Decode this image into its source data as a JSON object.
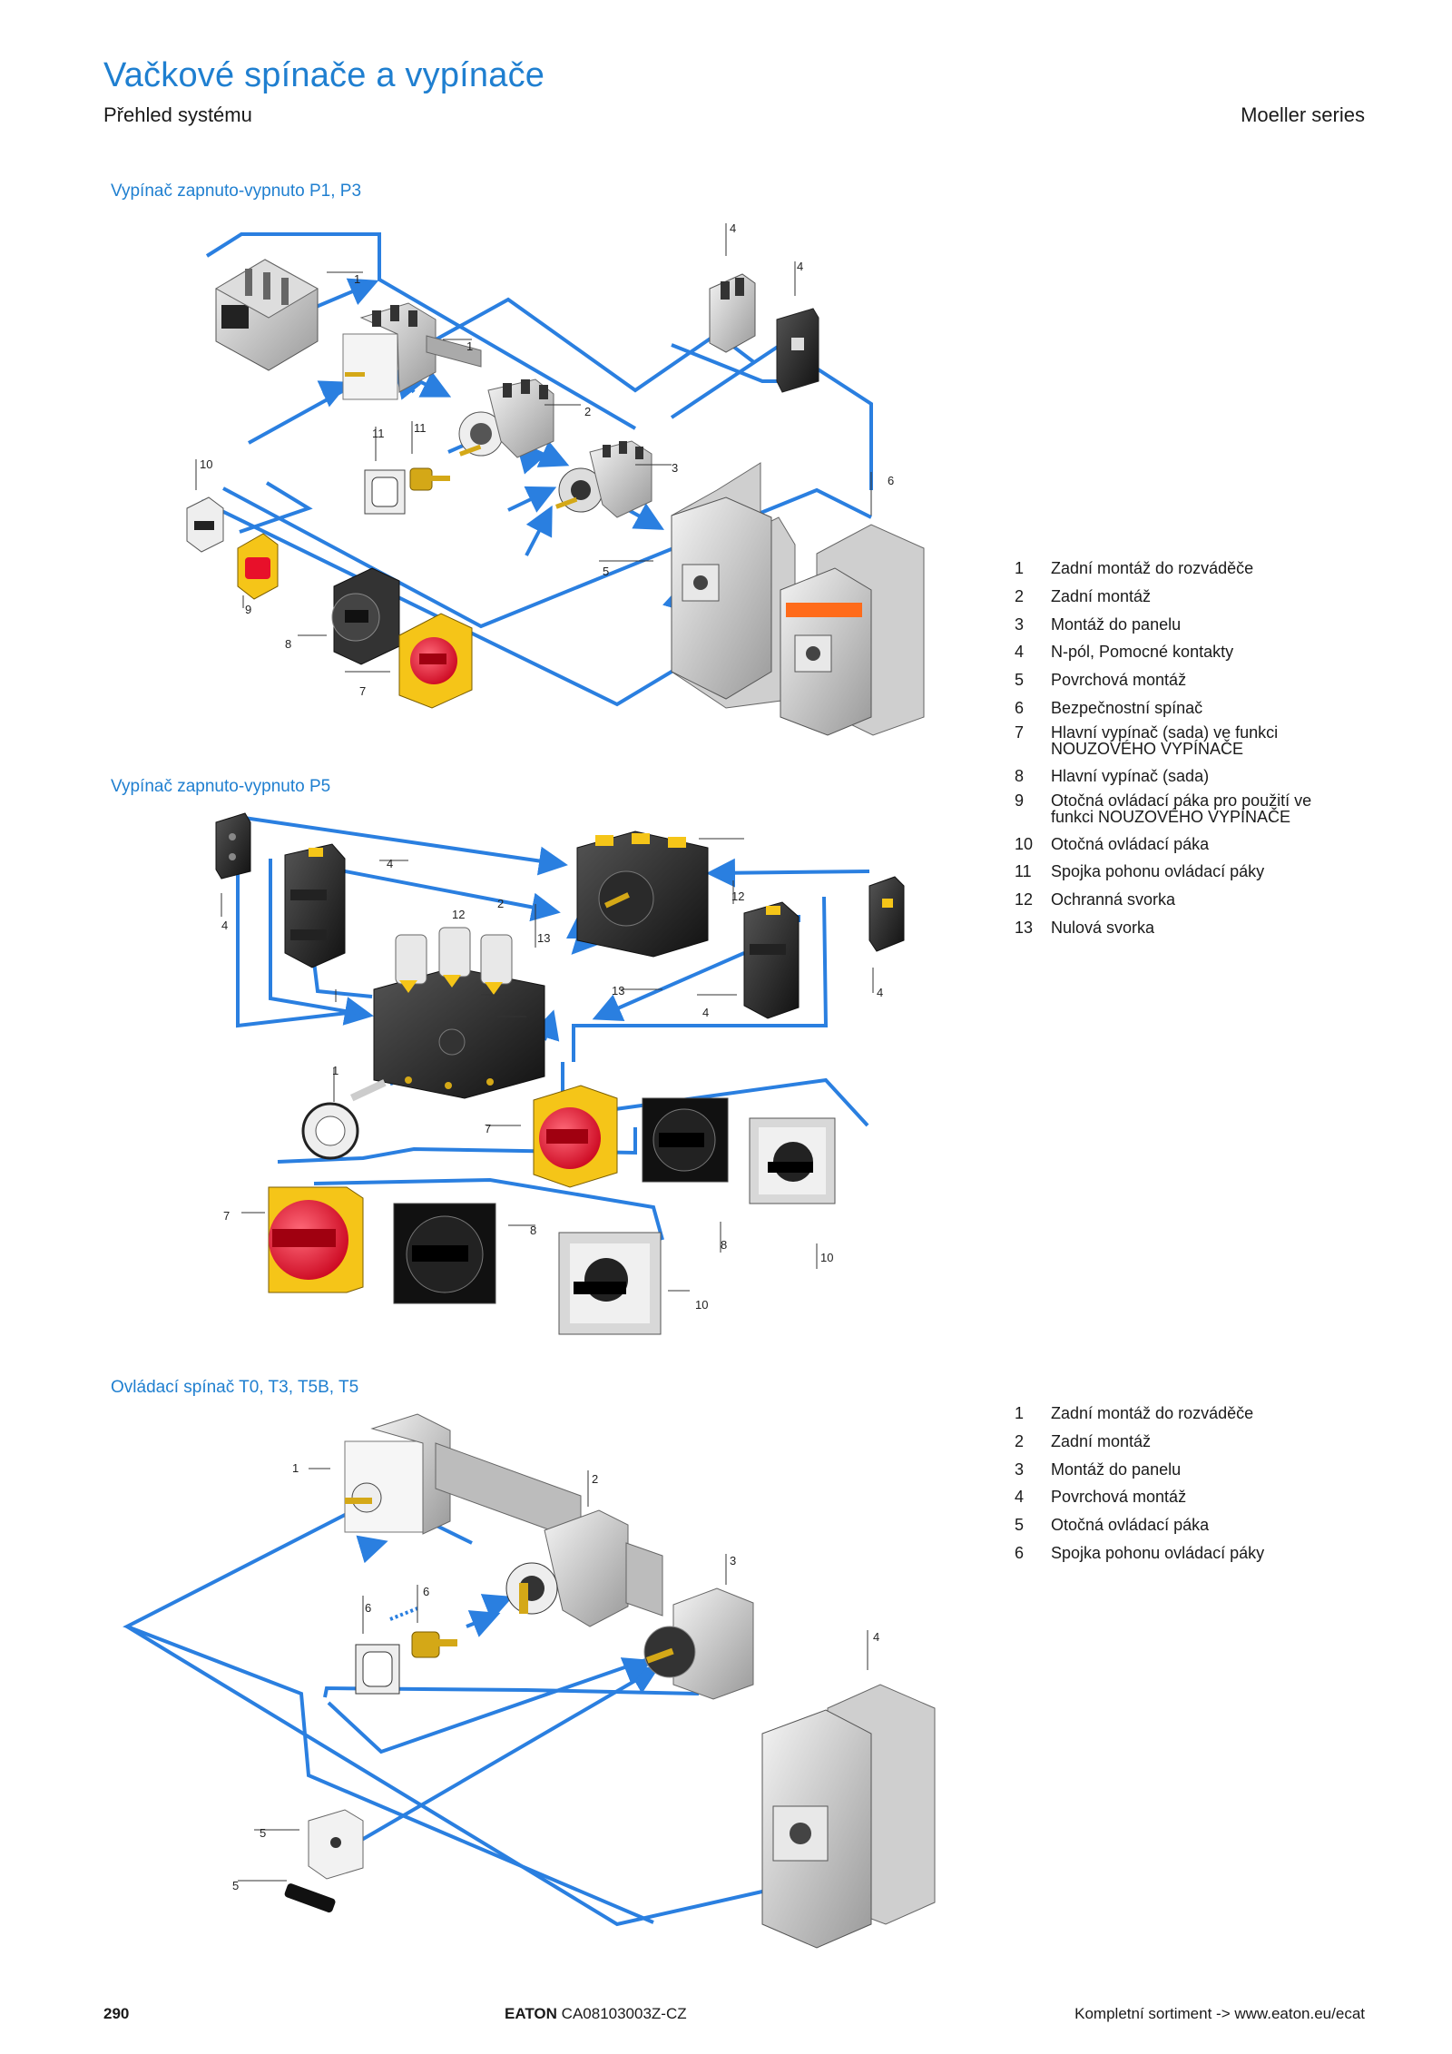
{
  "header": {
    "title": "Vačkové spínače a vypínače",
    "subtitle": "Přehled systému",
    "series": "Moeller series"
  },
  "sections": {
    "s1": "Vypínač zapnuto-vypnuto P1, P3",
    "s2": "Vypínač zapnuto-vypnuto P5",
    "s3": "Ovládací spínač T0, T3, T5B, T5"
  },
  "legend1": [
    {
      "num": "1",
      "text": "Zadní montáž do rozváděče"
    },
    {
      "num": "2",
      "text": "Zadní montáž"
    },
    {
      "num": "3",
      "text": "Montáž do panelu"
    },
    {
      "num": "4",
      "text": "N-pól, Pomocné kontakty"
    },
    {
      "num": "5",
      "text": "Povrchová montáž"
    },
    {
      "num": "6",
      "text": "Bezpečnostní spínač"
    },
    {
      "num": "7",
      "text": "Hlavní vypínač (sada) ve funkci",
      "text2": "NOUZOVÉHO VYPÍNAČE"
    },
    {
      "num": "8",
      "text": "Hlavní vypínač (sada)"
    },
    {
      "num": "9",
      "text": "Otočná ovládací páka pro použití ve",
      "text2": "funkci NOUZOVÉHO VYPÍNAČE"
    },
    {
      "num": "10",
      "text": "Otočná ovládací páka"
    },
    {
      "num": "11",
      "text": "Spojka pohonu ovládací páky"
    },
    {
      "num": "12",
      "text": "Ochranná svorka"
    },
    {
      "num": "13",
      "text": "Nulová svorka"
    }
  ],
  "legend2": [
    {
      "num": "1",
      "text": "Zadní montáž do rozváděče"
    },
    {
      "num": "2",
      "text": "Zadní montáž"
    },
    {
      "num": "3",
      "text": "Montáž do panelu"
    },
    {
      "num": "4",
      "text": "Povrchová montáž"
    },
    {
      "num": "5",
      "text": "Otočná ovládací páka"
    },
    {
      "num": "6",
      "text": "Spojka pohonu ovládací páky"
    }
  ],
  "callouts1": [
    "1",
    "1",
    "2",
    "3",
    "4",
    "4",
    "5",
    "6",
    "7",
    "8",
    "9",
    "10",
    "11",
    "11"
  ],
  "callouts2": [
    "1",
    "2",
    "4",
    "4",
    "12",
    "13",
    "12",
    "13",
    "4",
    "7",
    "7",
    "8",
    "8",
    "10",
    "10"
  ],
  "callouts3": [
    "1",
    "2",
    "3",
    "4",
    "6",
    "6",
    "5",
    "5"
  ],
  "footer": {
    "page": "290",
    "brand": "EATON",
    "code": "CA08103003Z-CZ",
    "link": "Kompletní sortiment -> www.eaton.eu/ecat"
  },
  "colors": {
    "accent": "#1f7fd0",
    "connector": "#2a7fe0",
    "red": "#e8102a",
    "yellow": "#f5c518"
  }
}
